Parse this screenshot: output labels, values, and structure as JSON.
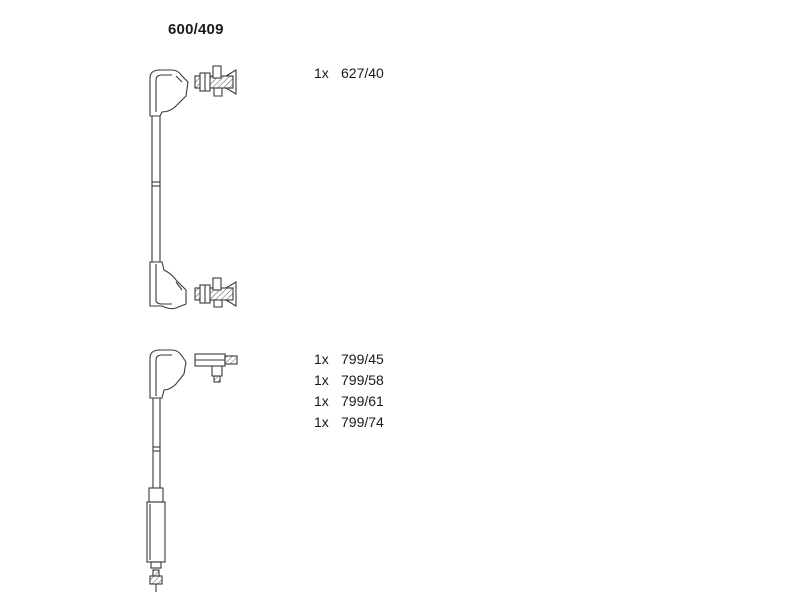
{
  "kit": {
    "number": "600/409"
  },
  "groups": [
    {
      "items": [
        {
          "qty": "1x",
          "part": "627/40"
        }
      ]
    },
    {
      "items": [
        {
          "qty": "1x",
          "part": "799/45"
        },
        {
          "qty": "1x",
          "part": "799/58"
        },
        {
          "qty": "1x",
          "part": "799/61"
        },
        {
          "qty": "1x",
          "part": "799/74"
        }
      ]
    }
  ],
  "colors": {
    "line": "#3a3a3a",
    "hatch": "#555555",
    "background": "#ffffff"
  }
}
